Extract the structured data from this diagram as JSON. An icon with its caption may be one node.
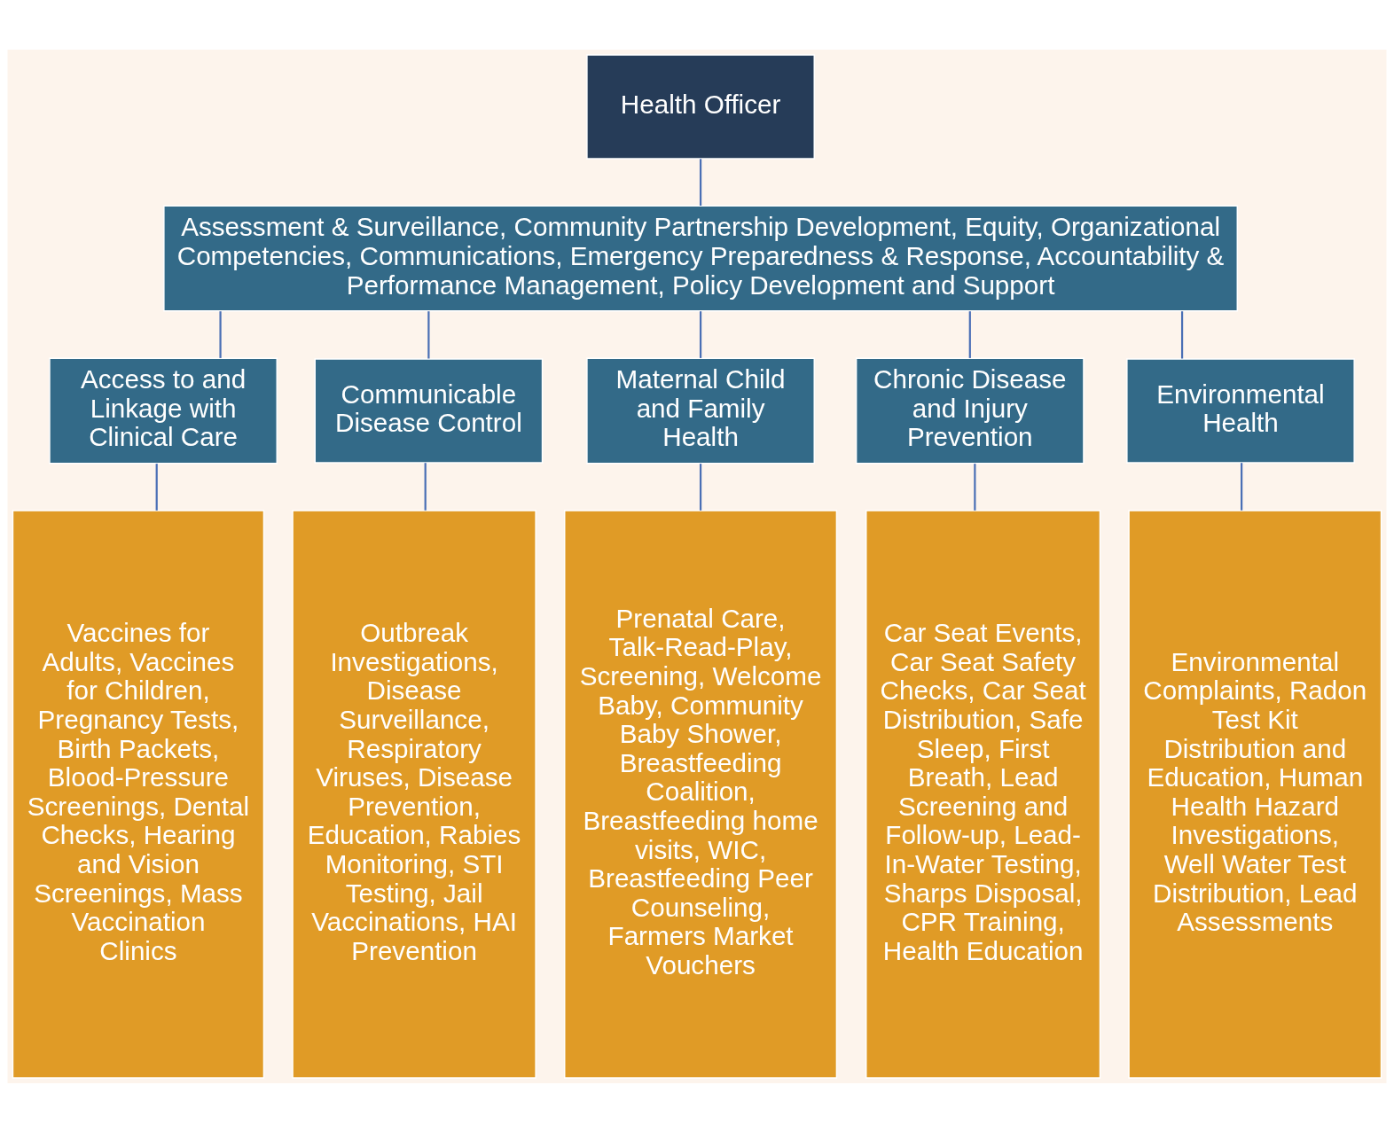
{
  "diagram": {
    "nodes": [
      {
        "text": [
          "Health Officer"
        ]
      },
      {
        "text": [
          "Assessment & Surveillance, Community Partnership Development, Equity, Organizational Competencies, Communications, Emergency Preparedness & Response, Accountability & Performance Management, Policy Development and Support"
        ]
      },
      {
        "text": [
          "Access to and Linkage with Clinical Care"
        ]
      },
      {
        "text": [
          "Communicable Disease Control"
        ]
      },
      {
        "text": [
          "Maternal Child and Family Health"
        ]
      },
      {
        "text": [
          "Chronic Disease and Injury Prevention"
        ]
      },
      {
        "text": [
          "Environmental Health"
        ]
      },
      {
        "text": [
          "Vaccines for Adults, Vaccines for Children, Pregnancy Tests, Birth Packets, Blood-Pressure Screenings, Dental Checks, Hearing and Vision Screenings, Mass Vaccination Clinics"
        ]
      },
      {
        "text": [
          "Outbreak Investigations, Disease Surveillance, Respiratory Viruses, Disease Prevention, Education, Rabies Monitoring, STI Testing, Jail Vaccinations, HAI Prevention"
        ]
      },
      {
        "text": [
          "Prenatal Care, Talk-Read-Play, Screening, Welcome Baby, Community Baby Shower, Breastfeeding Coalition, Breastfeeding home visits, WIC, Breastfeeding Peer Counseling, Farmers Market Vouchers"
        ]
      },
      {
        "text": [
          "Car Seat Events, Car Seat Safety Checks, Car Seat Distribution, Safe Sleep, First Breath, Lead Screening and Follow-up, Lead-In-Water Testing, Sharps Disposal, CPR Training, Health Education"
        ]
      },
      {
        "text": [
          "Environmental Complaints, Radon Test Kit Distribution and Education, Human Health Hazard Investigations, Well Water Test Distribution, Lead Assessments"
        ]
      }
    ],
    "edges": [
      {
        "from": 0,
        "to": 1,
        "arrow": "none"
      },
      {
        "from": 1,
        "to": 2,
        "arrow": "none"
      },
      {
        "from": 1,
        "to": 3,
        "arrow": "none"
      },
      {
        "from": 1,
        "to": 4,
        "arrow": "none"
      },
      {
        "from": 1,
        "to": 5,
        "arrow": "none"
      },
      {
        "from": 1,
        "to": 6,
        "arrow": "none"
      },
      {
        "from": 2,
        "to": 7,
        "arrow": "none"
      },
      {
        "from": 3,
        "to": 8,
        "arrow": "none"
      },
      {
        "from": 4,
        "to": 9,
        "arrow": "none"
      },
      {
        "from": 5,
        "to": 10,
        "arrow": "none"
      },
      {
        "from": 6,
        "to": 11,
        "arrow": "none"
      }
    ]
  }
}
